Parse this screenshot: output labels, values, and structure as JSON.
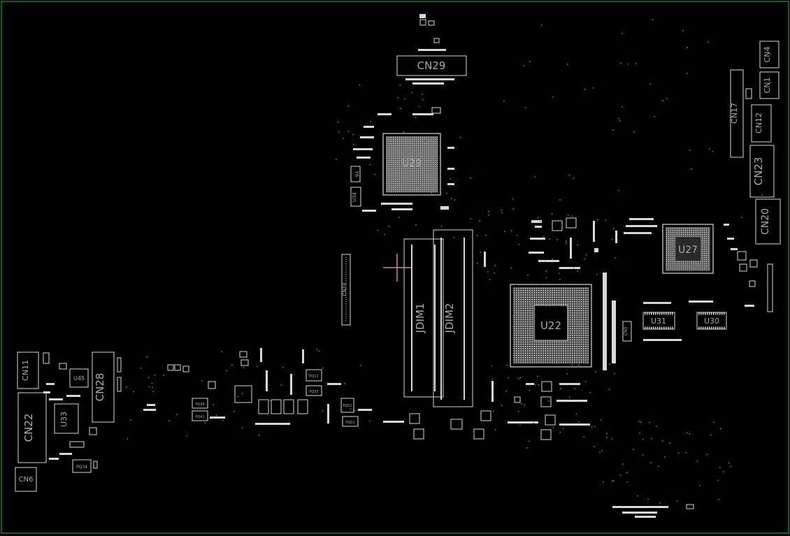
{
  "colors": {
    "background": "#000000",
    "board_outline": "#1f7a2a",
    "component_outline": "#d8d8d8",
    "pad": "#d8d8d8",
    "test_point": "#1fa37a",
    "label": "#a9a9a9",
    "cursor": "#c98f8f"
  },
  "components": {
    "cn29": "CN29",
    "u29": "U29",
    "u32": "U32",
    "y6": "Y6",
    "cn24": "CN24",
    "jdim1": "JDIM1",
    "jdim2": "JDIM2",
    "u22": "U22",
    "u27": "U27",
    "u31": "U31",
    "u30": "U30",
    "cn4": "CN4",
    "cn1": "CN1",
    "cn17": "CN17",
    "cn12": "CN12",
    "cn23": "CN23",
    "cn20": "CN20",
    "cn11": "CN11",
    "cn22": "CN22",
    "cn6": "CN6",
    "cn28": "CN28",
    "u45": "U45",
    "u33": "U33",
    "pq34": "PQ34",
    "pq38": "PQ38",
    "pq41": "PQ41",
    "pq12": "PQ12",
    "pq55": "PQ55",
    "pq02": "PQ02",
    "pq01": "PQ01",
    "cn9": "CN9"
  }
}
